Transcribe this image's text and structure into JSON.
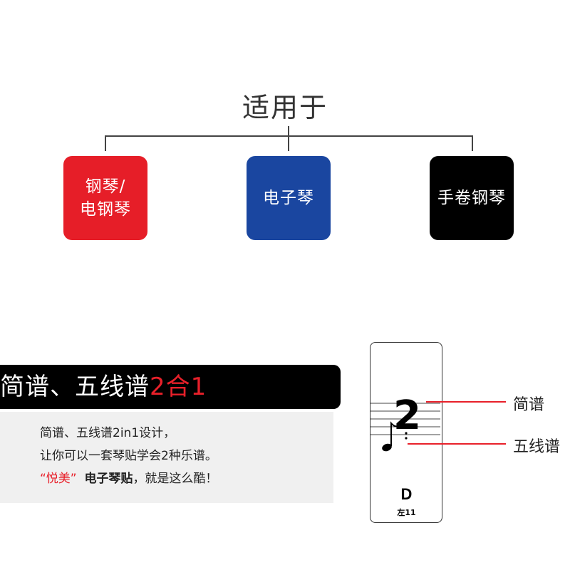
{
  "top": {
    "title": "适用于",
    "categories": [
      {
        "label": "钢琴/\n电钢琴",
        "color": "#e61e28"
      },
      {
        "label": "电子琴",
        "color": "#1a46a0"
      },
      {
        "label": "手卷钢琴",
        "color": "#000000"
      }
    ]
  },
  "banner": {
    "text": "简谱、五线谱",
    "accent": "2合1"
  },
  "description": {
    "line1": "简谱、五线谱2in1设计，",
    "line2": "让你可以一套琴贴学会2种乐谱。",
    "brand": "“悦美”",
    "product": "电子琴贴",
    "line3_rest": "，就是这么酷！"
  },
  "sticker": {
    "number": "2",
    "key": "D",
    "position": "左11"
  },
  "callouts": {
    "numbered": "简谱",
    "staff": "五线谱"
  },
  "colors": {
    "accent_red": "#e8202a",
    "callout_line": "#e8202a"
  }
}
